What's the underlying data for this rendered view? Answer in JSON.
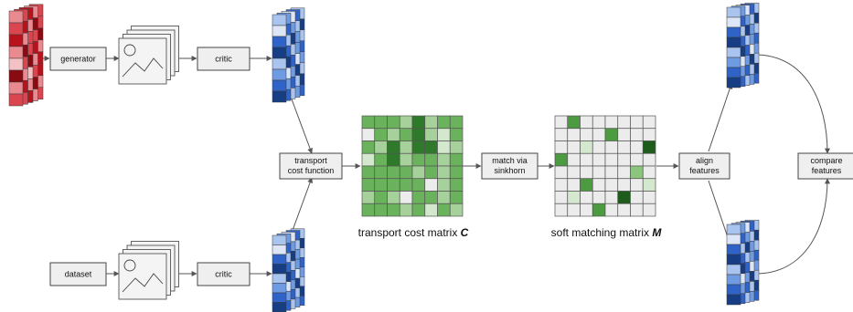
{
  "labels": {
    "generator": "generator",
    "critic_top": "critic",
    "critic_bottom": "critic",
    "dataset": "dataset",
    "transport_line1": "transport",
    "transport_line2": "cost function",
    "match_line1": "match via",
    "match_line2": "sinkhorn",
    "align_line1": "align",
    "align_line2": "features",
    "compare_line1": "compare",
    "compare_line2": "features"
  },
  "captions": {
    "cost_matrix_text": "transport cost matrix ",
    "cost_matrix_symbol": "C",
    "matching_matrix_text": "soft matching matrix ",
    "matching_matrix_symbol": "M"
  },
  "colors": {
    "noise_palette": [
      "#f4c2c5",
      "#e98a90",
      "#d94650",
      "#b8121c",
      "#8a0a12"
    ],
    "feature_palette": [
      "#dce6f7",
      "#a9c4ee",
      "#6f9be3",
      "#2f63c7",
      "#173e85"
    ],
    "cost_palette": [
      "#ececec",
      "#d3e8cc",
      "#a6d19a",
      "#6ab35c",
      "#2f7a2a"
    ],
    "matching_palette": [
      "#ececec",
      "#d3e8cc",
      "#8cc57d",
      "#4d9b40",
      "#1e5c1c"
    ]
  },
  "matrices": {
    "cost_matrix": [
      [
        3,
        3,
        3,
        2,
        4,
        2,
        3,
        3
      ],
      [
        0,
        3,
        2,
        3,
        4,
        2,
        1,
        3
      ],
      [
        3,
        2,
        4,
        2,
        4,
        4,
        1,
        2
      ],
      [
        1,
        3,
        4,
        2,
        3,
        3,
        2,
        3
      ],
      [
        3,
        3,
        3,
        3,
        2,
        3,
        2,
        3
      ],
      [
        3,
        3,
        3,
        3,
        3,
        0,
        2,
        3
      ],
      [
        2,
        3,
        2,
        0,
        3,
        3,
        2,
        3
      ],
      [
        3,
        3,
        3,
        2,
        3,
        1,
        3,
        2
      ]
    ],
    "matching_matrix": [
      [
        0,
        3,
        0,
        0,
        0,
        0,
        0,
        0
      ],
      [
        0,
        0,
        0,
        0,
        3,
        0,
        0,
        0
      ],
      [
        0,
        0,
        1,
        0,
        0,
        0,
        0,
        4
      ],
      [
        3,
        0,
        0,
        0,
        0,
        0,
        0,
        0
      ],
      [
        0,
        0,
        0,
        0,
        0,
        0,
        2,
        0
      ],
      [
        0,
        0,
        3,
        0,
        0,
        0,
        0,
        1
      ],
      [
        0,
        1,
        0,
        0,
        0,
        4,
        0,
        0
      ],
      [
        0,
        0,
        0,
        3,
        0,
        0,
        0,
        0
      ]
    ]
  },
  "stacks": {
    "noise_columns": [
      [
        1,
        2,
        3,
        1,
        0,
        4,
        1,
        2
      ],
      [
        2,
        3,
        1,
        4,
        2,
        1,
        3,
        2
      ],
      [
        3,
        1,
        2,
        2,
        4,
        0,
        1,
        3
      ],
      [
        1,
        4,
        2,
        3,
        1,
        2,
        4,
        1
      ],
      [
        2,
        2,
        4,
        1,
        3,
        3,
        1,
        2
      ]
    ],
    "feature_columns": [
      [
        1,
        0,
        3,
        4,
        1,
        2,
        3,
        4
      ],
      [
        2,
        3,
        1,
        3,
        4,
        0,
        2,
        3
      ],
      [
        0,
        2,
        4,
        1,
        3,
        2,
        3,
        1
      ],
      [
        3,
        1,
        2,
        2,
        0,
        4,
        1,
        2
      ],
      [
        1,
        4,
        1,
        3,
        2,
        1,
        4,
        3
      ]
    ]
  }
}
